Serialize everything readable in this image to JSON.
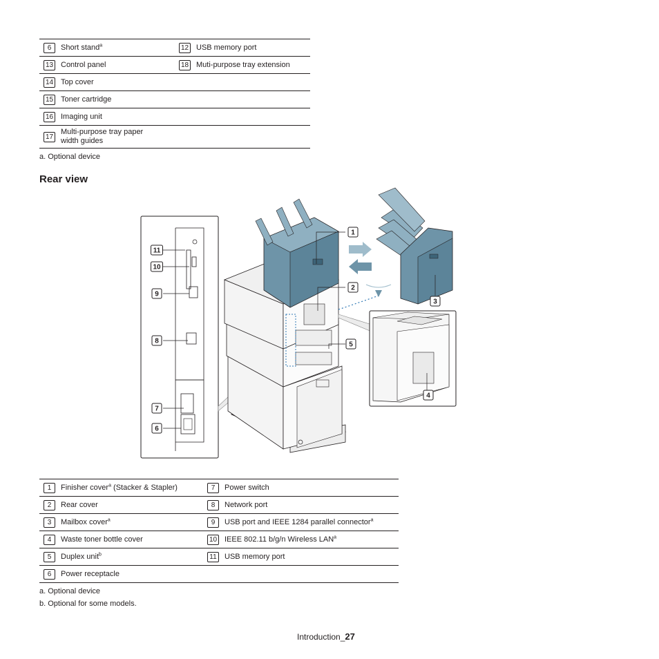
{
  "top_table": {
    "rows": [
      {
        "left_num": "6",
        "left_label": "Short stand",
        "left_sup": "a",
        "right_num": "12",
        "right_label": "USB memory port"
      },
      {
        "left_num": "13",
        "left_label": "Control panel",
        "right_num": "18",
        "right_label": "Muti-purpose tray extension"
      },
      {
        "left_num": "14",
        "left_label": "Top cover"
      },
      {
        "left_num": "15",
        "left_label": "Toner cartridge"
      },
      {
        "left_num": "16",
        "left_label": "Imaging unit"
      },
      {
        "left_num": "17",
        "left_label": "Multi-purpose tray paper width guides"
      }
    ],
    "notes": [
      "a. Optional device"
    ]
  },
  "section_title": "Rear view",
  "figure": {
    "callouts": [
      "1",
      "2",
      "3",
      "4",
      "5",
      "6",
      "7",
      "8",
      "9",
      "10",
      "11"
    ],
    "colors": {
      "blue_body": "#6e94a8",
      "blue_dark": "#3d6478",
      "line": "#231f20",
      "dotted": "#2f78b5"
    }
  },
  "bottom_table": {
    "rows": [
      {
        "left_num": "1",
        "left_label": "Finisher cover",
        "left_sup": "a",
        "left_suffix": " (Stacker & Stapler)",
        "right_num": "7",
        "right_label": "Power switch"
      },
      {
        "left_num": "2",
        "left_label": "Rear cover",
        "right_num": "8",
        "right_label": "Network port"
      },
      {
        "left_num": "3",
        "left_label": "Mailbox cover",
        "left_sup": "a",
        "right_num": "9",
        "right_label": "USB port and IEEE 1284 parallel connector",
        "right_sup": "a"
      },
      {
        "left_num": "4",
        "left_label": "Waste toner bottle cover",
        "right_num": "10",
        "right_label": "IEEE 802.11 b/g/n Wireless LAN",
        "right_sup": "a"
      },
      {
        "left_num": "5",
        "left_label": "Duplex unit",
        "left_sup": "b",
        "right_num": "11",
        "right_label": "USB memory port"
      },
      {
        "left_num": "6",
        "left_label": "Power receptacle"
      }
    ],
    "notes": [
      "a. Optional device",
      "b. Optional for some models."
    ]
  },
  "footer": {
    "section": "Introduction_",
    "page": "27"
  }
}
